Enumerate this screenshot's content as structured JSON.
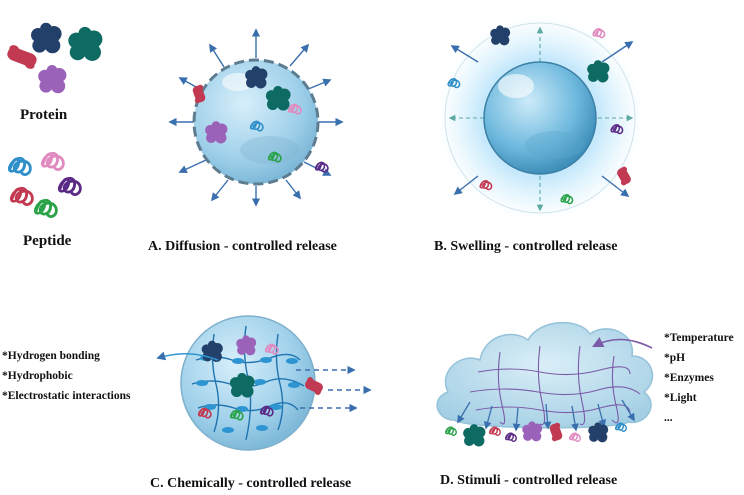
{
  "legend": {
    "protein_label": "Protein",
    "peptide_label": "Peptide"
  },
  "panels": {
    "a_caption": "A. Diffusion - controlled release",
    "b_caption": "B. Swelling - controlled release",
    "c_caption": "C. Chemically - controlled release",
    "d_caption": "D. Stimuli - controlled release"
  },
  "interactions": [
    "*Hydrogen bonding",
    "*Hydrophobic",
    "*Electrostatic interactions"
  ],
  "stimuli": [
    "*Temperature",
    "*pH",
    "*Enzymes",
    "*Light",
    "..."
  ],
  "colors": {
    "protein_red": "#c23a52",
    "protein_navy": "#22406a",
    "protein_teal": "#0e6b63",
    "protein_purple": "#9a62b8",
    "peptide_blue": "#2f8fc9",
    "peptide_pink": "#e08ac0",
    "peptide_green": "#2aa24a",
    "peptide_purple": "#5a2a86",
    "arrow_blue": "#3a6fae",
    "sphere_fill": "#a9d6ee",
    "glow": "#bfe6fb"
  }
}
